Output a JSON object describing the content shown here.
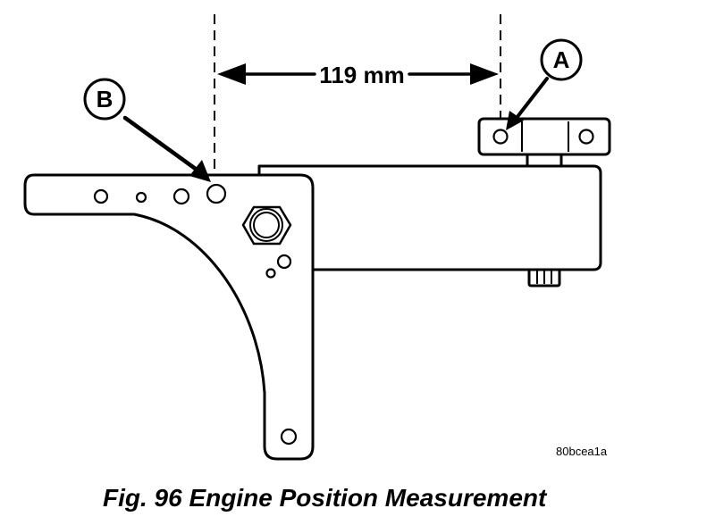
{
  "figure": {
    "caption": "Fig. 96 Engine Position Measurement",
    "reference_code": "80bcea1a"
  },
  "dimension": {
    "value_label": "119 mm"
  },
  "callouts": {
    "a": "A",
    "b": "B"
  },
  "colors": {
    "ink": "#000000",
    "paper": "#ffffff"
  }
}
